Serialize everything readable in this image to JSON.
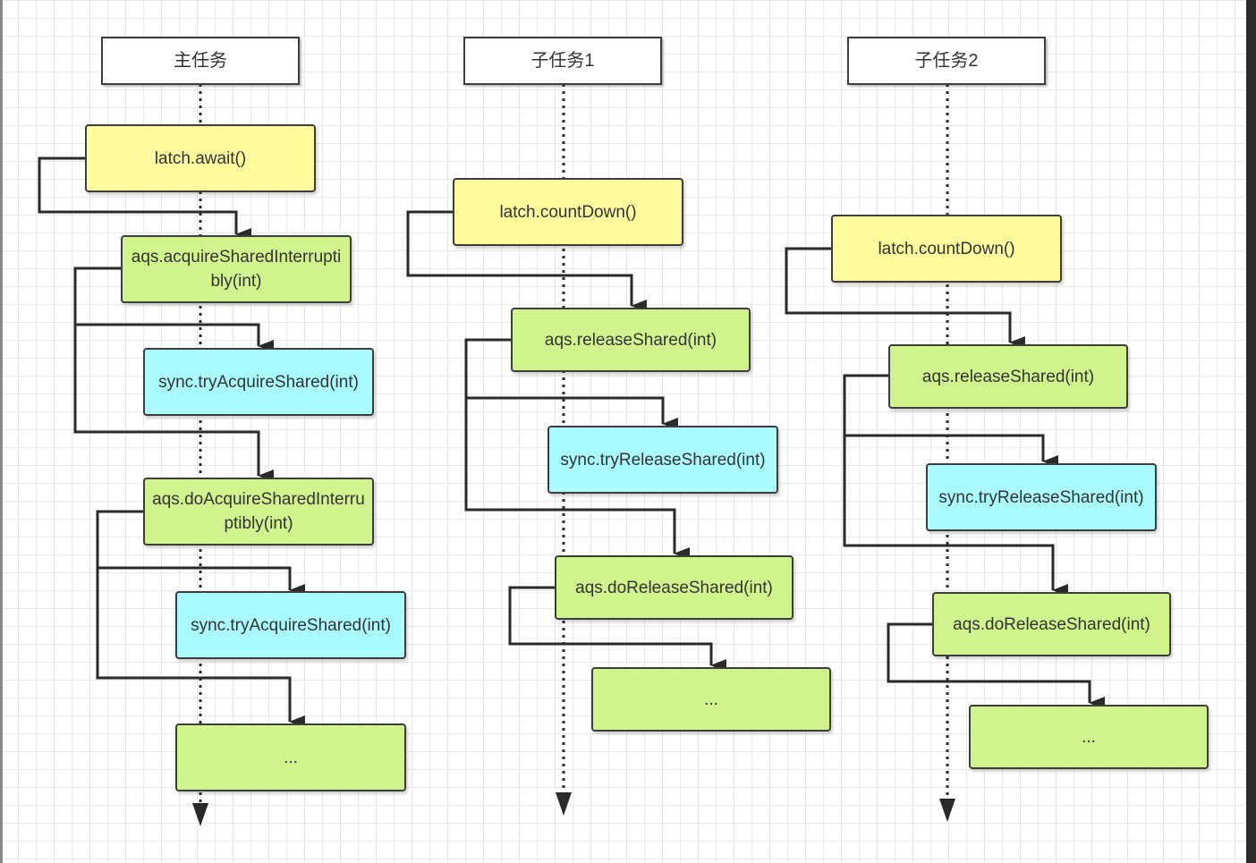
{
  "lanes": [
    {
      "title": "主任务",
      "steps": [
        {
          "label": "latch.await()",
          "color": "yellow"
        },
        {
          "label": "aqs.acquireSharedInterruptibly(int)",
          "color": "green"
        },
        {
          "label": "sync.tryAcquireShared(int)",
          "color": "cyan"
        },
        {
          "label": "aqs.doAcquireSharedInterruptibly(int)",
          "color": "green"
        },
        {
          "label": "sync.tryAcquireShared(int)",
          "color": "cyan"
        },
        {
          "label": "...",
          "color": "green"
        }
      ]
    },
    {
      "title": "子任务1",
      "steps": [
        {
          "label": "latch.countDown()",
          "color": "yellow"
        },
        {
          "label": "aqs.releaseShared(int)",
          "color": "green"
        },
        {
          "label": "sync.tryReleaseShared(int)",
          "color": "cyan"
        },
        {
          "label": "aqs.doReleaseShared(int)",
          "color": "green"
        },
        {
          "label": "...",
          "color": "green"
        }
      ]
    },
    {
      "title": "子任务2",
      "steps": [
        {
          "label": "latch.countDown()",
          "color": "yellow"
        },
        {
          "label": "aqs.releaseShared(int)",
          "color": "green"
        },
        {
          "label": "sync.tryReleaseShared(int)",
          "color": "cyan"
        },
        {
          "label": "aqs.doReleaseShared(int)",
          "color": "green"
        },
        {
          "label": "...",
          "color": "green"
        }
      ]
    }
  ],
  "colors": {
    "yellow": "#fefc9c",
    "green": "#d1f38e",
    "cyan": "#a9fbff",
    "line": "#2a2a2a",
    "border": "#3d3d3d"
  }
}
